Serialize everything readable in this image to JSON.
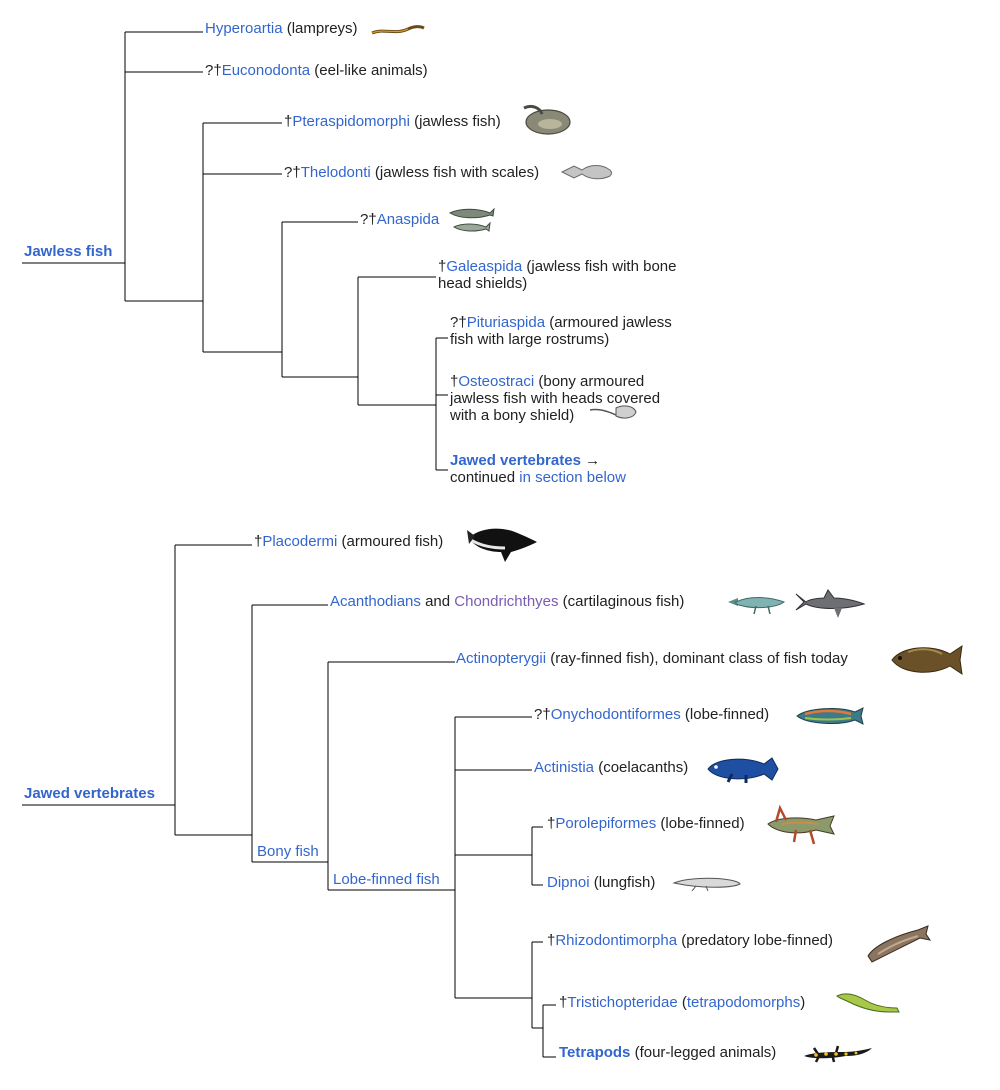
{
  "jawless": {
    "root_label": "Jawless fish",
    "hyperoartia": {
      "name": "Hyperoartia",
      "desc": " (lampreys)"
    },
    "euconodonta": {
      "prefix": "?†",
      "name": "Euconodonta",
      "desc": " (eel-like animals)"
    },
    "pteraspidomorphi": {
      "prefix": "†",
      "name": "Pteraspidomorphi",
      "desc": " (jawless fish)"
    },
    "thelodonti": {
      "prefix": "?†",
      "name": "Thelodonti",
      "desc": " (jawless fish with scales)"
    },
    "anaspida": {
      "prefix": "?†",
      "name": "Anaspida"
    },
    "galeaspida": {
      "prefix": "†",
      "name": "Galeaspida",
      "desc": " (jawless fish with bone head shields)"
    },
    "pituriaspida": {
      "prefix": "?†",
      "name": "Pituriaspida",
      "desc": " (armoured jawless fish with large rostrums)"
    },
    "osteostraci": {
      "prefix": "†",
      "name": "Osteostraci",
      "desc": " (bony armoured jawless fish with heads covered with a bony shield)"
    },
    "jawed_link": {
      "name": "Jawed vertebrates",
      "arrow": " →",
      "cont": "continued ",
      "section": "in section below"
    }
  },
  "jawed": {
    "root_label": "Jawed vertebrates",
    "placodermi": {
      "prefix": "†",
      "name": "Placodermi",
      "desc": " (armoured fish)"
    },
    "acanthodians": {
      "name": "Acanthodians",
      "and": " and ",
      "chondrichthyes": "Chondrichthyes",
      "desc": " (cartilaginous fish)"
    },
    "bony_fish": "Bony fish",
    "actinopterygii": {
      "name": "Actinopterygii",
      "desc": " (ray-finned fish), dominant class of fish today"
    },
    "lobe_finned_fish": "Lobe-finned fish",
    "onychodontiformes": {
      "prefix": "?†",
      "name": "Onychodontiformes",
      "desc": " (lobe-finned)"
    },
    "actinistia": {
      "name": "Actinistia",
      "desc": " (coelacanths)"
    },
    "porolepiformes": {
      "prefix": "†",
      "name": "Porolepiformes",
      "desc": " (lobe-finned)"
    },
    "dipnoi": {
      "name": "Dipnoi",
      "desc": " (lungfish)"
    },
    "rhizodontimorpha": {
      "prefix": "†",
      "name": "Rhizodontimorpha",
      "desc": " (predatory lobe-finned)"
    },
    "tristichopteridae": {
      "prefix": "†",
      "name": "Tristichopteridae",
      "open": " (",
      "tetrapodomorphs": "tetrapodomorphs",
      "close": ")"
    },
    "tetrapods": {
      "name": "Tetrapods",
      "desc": " (four-legged animals)"
    }
  },
  "icons": [
    "lamprey-icon",
    "pteraspid-icon",
    "thelodont-icon",
    "anaspid-icon",
    "osteostracan-icon",
    "placoderm-icon",
    "acanthodian-icon",
    "shark-icon",
    "carp-icon",
    "onychodont-icon",
    "coelacanth-icon",
    "porolepiform-icon",
    "lungfish-icon",
    "rhizodont-icon",
    "tristichopterid-icon",
    "salamander-icon"
  ],
  "colors": {
    "link": "#3366cc",
    "visited_link": "#795cb2",
    "text": "#202122",
    "line": "#000000"
  }
}
